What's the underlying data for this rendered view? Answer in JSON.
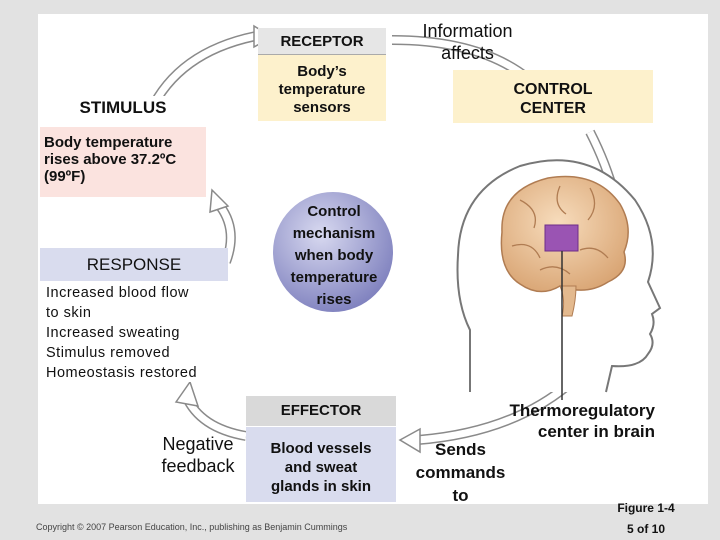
{
  "receptor": {
    "title": "RECEPTOR",
    "lines": [
      "Body’s",
      "temperature",
      "sensors"
    ]
  },
  "information": {
    "lines": [
      "Information",
      "affects"
    ]
  },
  "control_center": {
    "lines": [
      "CONTROL",
      "CENTER"
    ]
  },
  "stimulus": {
    "title": "STIMULUS",
    "lines": [
      "Body temperature",
      "rises above 37.2ºC",
      "(99ºF)"
    ]
  },
  "response": {
    "title": "RESPONSE",
    "lines": [
      "Increased blood flow",
      "to skin",
      "Increased sweating",
      "Stimulus removed",
      "Homeostasis restored"
    ]
  },
  "control_mechanism": {
    "lines": [
      "Control",
      "mechanism",
      "when body",
      "temperature",
      "rises"
    ]
  },
  "effector": {
    "title": "EFFECTOR",
    "lines": [
      "Blood vessels",
      "and sweat",
      "glands in skin"
    ]
  },
  "negative_feedback": {
    "lines": [
      "Negative",
      "feedback"
    ]
  },
  "thermoregulatory": {
    "lines": [
      "Thermoregulatory",
      "center in brain"
    ]
  },
  "sends_commands": {
    "lines": [
      "Sends",
      "commands",
      "to"
    ]
  },
  "copyright": "Copyright © 2007 Pearson Education, Inc., publishing as Benjamin Cummings",
  "figure": {
    "label": "Figure 1-4",
    "page": "5 of 10"
  },
  "colors": {
    "arrow_fill": "#ffffff",
    "arrow_stroke": "#8a8a8a",
    "cream": "#fdf1cc",
    "pink": "#fbe3df",
    "lavender": "#d9dcee",
    "brain_region": "#9a54b3",
    "control_ball": "#8e8fc4"
  }
}
